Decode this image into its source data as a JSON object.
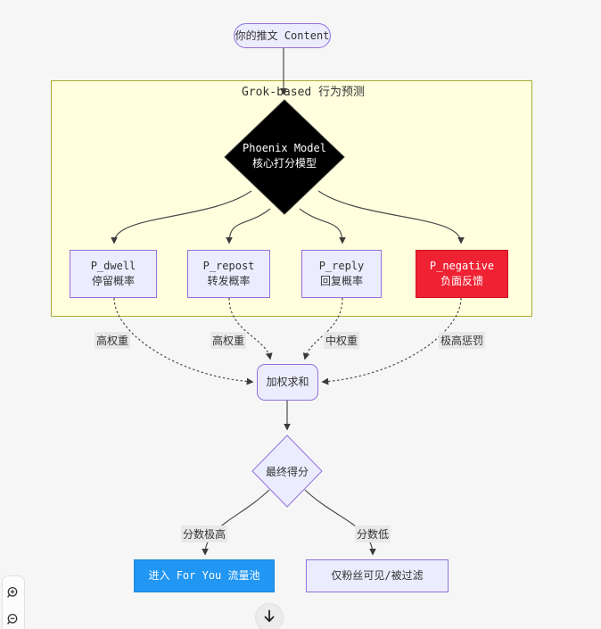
{
  "diagram": {
    "top_node": {
      "label": "你的推文 Content"
    },
    "cluster": {
      "title": "Grok-based 行为预测",
      "fill": "#ffffde",
      "border": "#aaaa33"
    },
    "model_node": {
      "title": "Phoenix Model",
      "subtitle": "核心打分模型",
      "fill": "#000000",
      "text_color": "#ffffff"
    },
    "prob_nodes": [
      {
        "name": "P_dwell",
        "desc": "停留概率",
        "fill": "#ececff",
        "border": "#9370db"
      },
      {
        "name": "P_repost",
        "desc": "转发概率",
        "fill": "#ececff",
        "border": "#9370db"
      },
      {
        "name": "P_reply",
        "desc": "回复概率",
        "fill": "#ececff",
        "border": "#9370db"
      },
      {
        "name": "P_negative",
        "desc": "负面反馈",
        "fill": "#ee2233",
        "text_color": "#ffffff"
      }
    ],
    "weight_labels": [
      "高权重",
      "高权重",
      "中权重",
      "极高惩罚"
    ],
    "sum_node": {
      "label": "加权求和"
    },
    "score_node": {
      "label": "最终得分"
    },
    "branch_labels": {
      "high": "分数极高",
      "low": "分数低"
    },
    "outcomes": [
      {
        "label": "进入 For You 流量池",
        "fill": "#2196f3",
        "text_color": "#ffffff"
      },
      {
        "label": "仅粉丝可见/被过滤",
        "fill": "#ececff",
        "border": "#9370db"
      }
    ]
  },
  "controls": {
    "zoom_in_icon": "magnifier-plus",
    "zoom_out_icon": "magnifier-minus",
    "scroll_down_icon": "arrow-down"
  }
}
